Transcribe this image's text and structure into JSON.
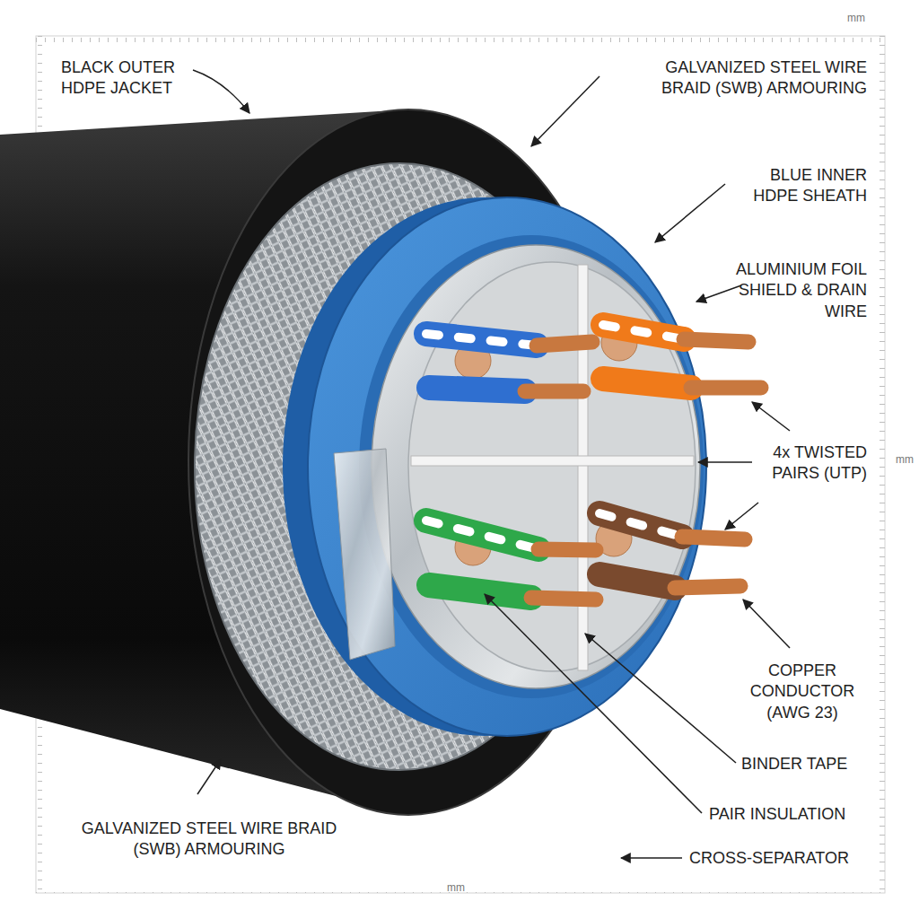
{
  "diagram": {
    "labels": [
      "mm",
      "BLACK OUTER HDPE JACKET",
      "GALVANIZED STEEL WIRE BRAID (SWB) ARMOURING",
      "BLUE INNER HDPE SHEATH",
      "ALUMINIUM FOIL SHIELD & DRAIN WIRE",
      "4x TWISTED PAIRS (UTP)",
      "mm",
      "COPPER CONDUCTOR (AWG 23)",
      "BINDER TAPE",
      "PAIR INSULATION",
      "GALVANIZED STEEL WIRE BRAID (SWB) ARMOURING",
      "mm",
      "CROSS-SEPARATOR"
    ]
  }
}
